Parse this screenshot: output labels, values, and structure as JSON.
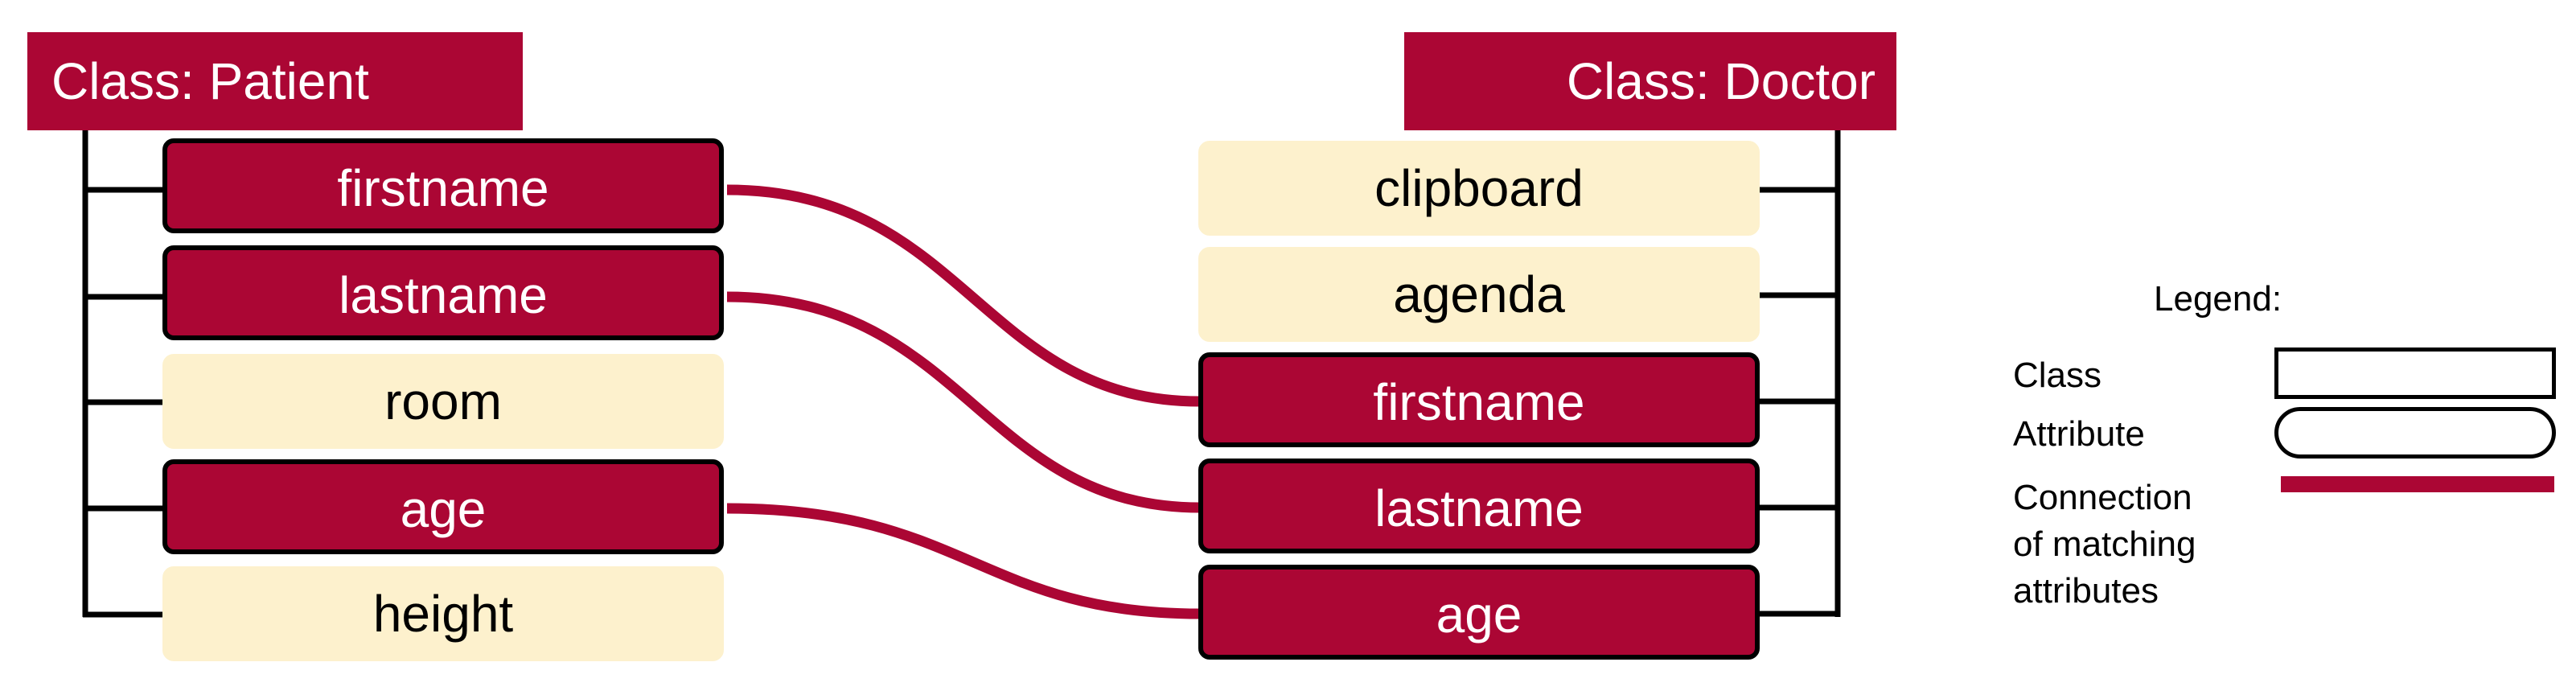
{
  "classes": {
    "patient": {
      "title": "Class: Patient",
      "attributes": [
        {
          "name": "firstname",
          "matched": true
        },
        {
          "name": "lastname",
          "matched": true
        },
        {
          "name": "room",
          "matched": false
        },
        {
          "name": "age",
          "matched": true
        },
        {
          "name": "height",
          "matched": false
        }
      ]
    },
    "doctor": {
      "title": "Class: Doctor",
      "attributes": [
        {
          "name": "clipboard",
          "matched": false
        },
        {
          "name": "agenda",
          "matched": false
        },
        {
          "name": "firstname",
          "matched": true
        },
        {
          "name": "lastname",
          "matched": true
        },
        {
          "name": "age",
          "matched": true
        }
      ]
    }
  },
  "connections": [
    {
      "from": "firstname",
      "to": "firstname"
    },
    {
      "from": "lastname",
      "to": "lastname"
    },
    {
      "from": "age",
      "to": "age"
    }
  ],
  "legend": {
    "title": "Legend:",
    "items": [
      {
        "label": "Class",
        "symbol": "class-box"
      },
      {
        "label": "Attribute",
        "symbol": "attribute-box"
      },
      {
        "label_lines": [
          "Connection",
          "of matching",
          "attributes"
        ],
        "symbol": "connection-line"
      }
    ]
  },
  "colors": {
    "matched": "#ab0634",
    "unmatched": "#fdf1cd",
    "outline": "#000000",
    "text_on_matched": "#ffffff"
  }
}
